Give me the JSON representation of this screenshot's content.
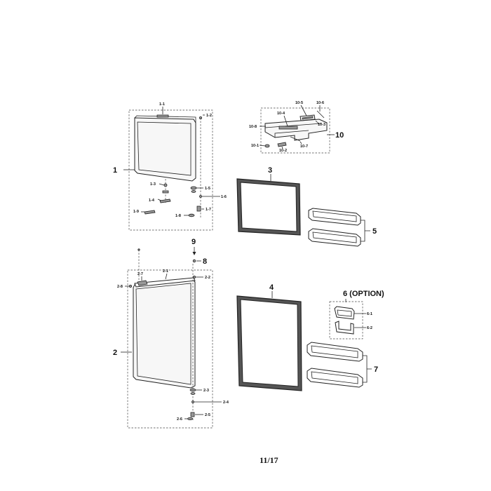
{
  "labels": {
    "upper_door": {
      "main": "1",
      "p1_1": "1-1",
      "p1_2": "1-2",
      "p1_3": "1-3",
      "p1_4": "1-4",
      "p1_5": "1-5",
      "p1_6": "1-6",
      "p1_7": "1-7",
      "p1_8": "1-8",
      "p1_9": "1-9"
    },
    "lower_door": {
      "main": "2",
      "p2_1": "2-1",
      "p2_2": "2-2",
      "p2_3": "2-3",
      "p2_4": "2-4",
      "p2_5": "2-5",
      "p2_6": "2-6",
      "p2_7": "2-7",
      "p2_8": "2-8"
    },
    "gasket_upper": "3",
    "gasket_lower": "4",
    "guard_upper": "5",
    "option_group": "6 (OPTION)",
    "p6_1": "6-1",
    "p6_2": "6-2",
    "guard_lower": "7",
    "part_8": "8",
    "part_9": "9",
    "cover_assy": {
      "main": "10",
      "p10_1": "10-1",
      "p10_2": "10-2",
      "p10_3": "10-3",
      "p10_4": "10-4",
      "p10_5": "10-5",
      "p10_6": "10-6",
      "p10_7": "10-7",
      "p10_8": "10-8"
    }
  },
  "page_number": "11/17"
}
